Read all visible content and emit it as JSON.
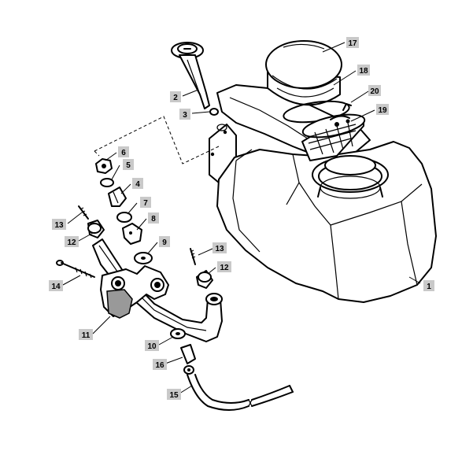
{
  "callouts": [
    {
      "id": "1",
      "label": "1"
    },
    {
      "id": "2",
      "label": "2"
    },
    {
      "id": "3",
      "label": "3"
    },
    {
      "id": "4",
      "label": "4"
    },
    {
      "id": "5",
      "label": "5"
    },
    {
      "id": "6",
      "label": "6"
    },
    {
      "id": "7",
      "label": "7"
    },
    {
      "id": "8",
      "label": "8"
    },
    {
      "id": "9",
      "label": "9"
    },
    {
      "id": "10",
      "label": "10"
    },
    {
      "id": "11",
      "label": "11"
    },
    {
      "id": "12a",
      "label": "12"
    },
    {
      "id": "12b",
      "label": "12"
    },
    {
      "id": "13a",
      "label": "13"
    },
    {
      "id": "13b",
      "label": "13"
    },
    {
      "id": "14",
      "label": "14"
    },
    {
      "id": "15",
      "label": "15"
    },
    {
      "id": "16",
      "label": "16"
    },
    {
      "id": "17",
      "label": "17"
    },
    {
      "id": "18",
      "label": "18"
    },
    {
      "id": "19",
      "label": "19"
    },
    {
      "id": "20",
      "label": "20"
    }
  ],
  "colors": {
    "callout_box": "#c9c9c9",
    "line": "#000000",
    "background": "#ffffff"
  }
}
